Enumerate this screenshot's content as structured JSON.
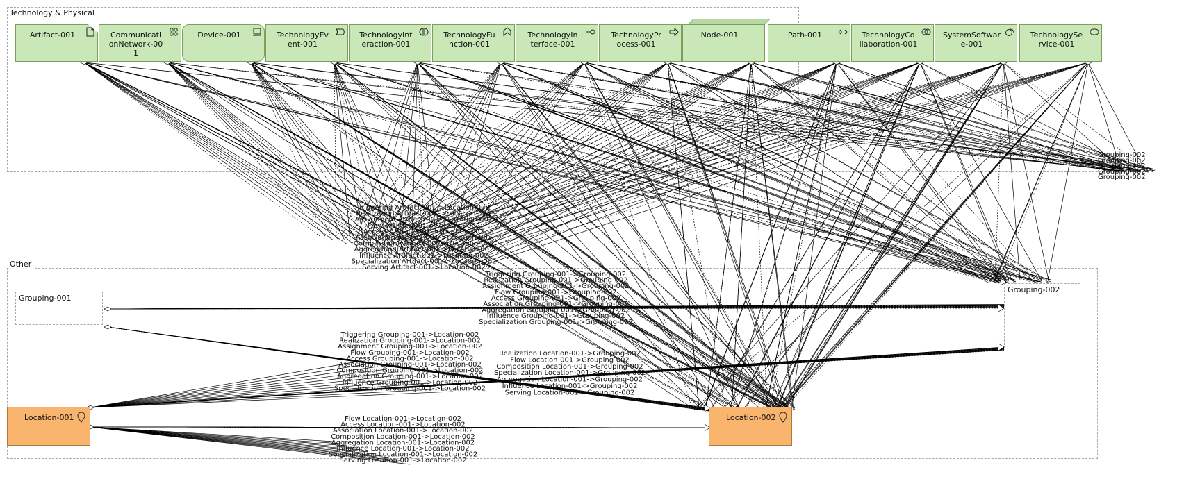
{
  "groups": {
    "tech": {
      "title": "Technology & Physical"
    },
    "other": {
      "title": "Other"
    }
  },
  "tech_elements": [
    {
      "name": "Artifact-001",
      "icon": "artifact-icon"
    },
    {
      "name": "CommunicationNetwork-001",
      "line1": "Communicati",
      "line2": "onNetwork-00",
      "line3": "1",
      "icon": "network-icon"
    },
    {
      "name": "Device-001",
      "icon": "device-icon"
    },
    {
      "name": "TechnologyEvent-001",
      "line1": "TechnologyEv",
      "line2": "ent-001",
      "icon": "event-icon"
    },
    {
      "name": "TechnologyInteraction-001",
      "line1": "TechnologyInt",
      "line2": "eraction-001",
      "icon": "interaction-icon"
    },
    {
      "name": "TechnologyFunction-001",
      "line1": "TechnologyFu",
      "line2": "nction-001",
      "icon": "function-icon"
    },
    {
      "name": "TechnologyInterface-001",
      "line1": "TechnologyIn",
      "line2": "terface-001",
      "icon": "interface-icon"
    },
    {
      "name": "TechnologyProcess-001",
      "line1": "TechnologyPr",
      "line2": "ocess-001",
      "icon": "process-icon"
    },
    {
      "name": "Node-001",
      "icon": "node-icon"
    },
    {
      "name": "Path-001",
      "icon": "path-icon"
    },
    {
      "name": "TechnologyCollaboration-001",
      "line1": "TechnologyCo",
      "line2": "llaboration-001",
      "icon": "collaboration-icon"
    },
    {
      "name": "SystemSoftware-001",
      "line1": "SystemSoftwar",
      "line2": "e-001",
      "icon": "system-software-icon"
    },
    {
      "name": "TechnologyService-001",
      "line1": "TechnologySe",
      "line2": "rvice-001",
      "icon": "service-icon"
    }
  ],
  "other_elements": {
    "grouping1": "Grouping-001",
    "grouping2": "Grouping-002",
    "location1": "Location-001",
    "location2": "Location-002"
  },
  "labels_tl": [
    "Triggering Grouping-001->Location-002",
    "Realization Grouping-001->Location-002",
    "Assignment Grouping-001->Location-002",
    "Flow Grouping-001->Location-002",
    "Access Grouping-001->Location-002",
    "Association Grouping-001->Location-002",
    "Composition Grouping-001->Location-002",
    "Aggregation Grouping-001->Location-002",
    "Influence Grouping-001->Location-002",
    "Specialization Grouping-001->Location-002"
  ],
  "labels_ll": [
    "Flow Location-001->Location-002",
    "Access Location-001->Location-002",
    "Association Location-001->Location-002",
    "Composition Location-001->Location-002",
    "Aggregation Location-001->Location-002",
    "Influence Location-001->Location-002",
    "Specialization Location-001->Location-002",
    "Serving Location-001->Location-002"
  ],
  "labels_lg": [
    "Realization Location-001->Grouping-002",
    "Flow Location-001->Grouping-002",
    "Composition Location-001->Grouping-002",
    "Specialization Location-001->Grouping-002",
    "Aggregation Location-001->Grouping-002",
    "Influence Location-001->Grouping-002",
    "Serving Location-001->Grouping-002"
  ],
  "labels_gg": [
    "Triggering Grouping-001->Grouping-002",
    "Realization Grouping-001->Grouping-002",
    "Assignment Grouping-001->Grouping-002",
    "Flow Grouping-001->Grouping-002",
    "Access Grouping-001->Grouping-002",
    "Association Grouping-001->Grouping-002",
    "Aggregation Grouping-001->Grouping-002",
    "Influence Grouping-001->Grouping-002",
    "Specialization Grouping-001->Grouping-002"
  ],
  "labels_al": [
    "Triggering Artifact-001->Location-002",
    "Realization Artifact-001->Location-002",
    "Assignment Artifact-001->Location-002",
    "Flow Artifact-001->Location-002",
    "Access Artifact-001->Location-002",
    "Association Artifact-001->Location-002",
    "Composition Artifact-001->Location-002",
    "Aggregation Artifact-001->Location-002",
    "Influence Artifact-001->Location-002",
    "Specialization Artifact-001->Location-002",
    "Serving Artifact-001->Location-002"
  ],
  "labels_right": [
    "Grouping-002",
    "Grouping-002",
    "Grouping-002",
    "Grouping-002",
    "Grouping-002"
  ]
}
